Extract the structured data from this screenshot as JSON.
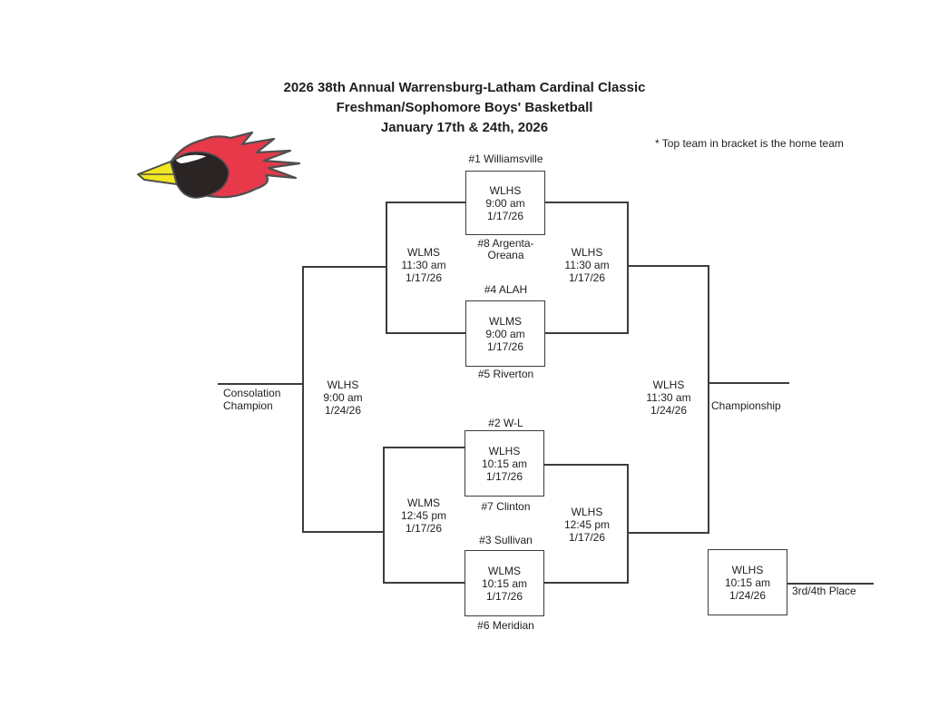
{
  "page": {
    "title_line1": "2026 38th Annual Warrensburg-Latham Cardinal Classic",
    "title_line2": "Freshman/Sophomore Boys' Basketball",
    "title_line3": "January 17th & 24th, 2026",
    "note": "* Top team in bracket is the home team"
  },
  "colors": {
    "line": "#3c3c3c",
    "text": "#1f1f1f",
    "logo_red": "#e8394b",
    "logo_yellow": "#f2e71f",
    "logo_black": "#2a2425",
    "logo_outline": "#4f4f4f",
    "logo_eye_white": "#ffffff"
  },
  "bracket": {
    "round1": [
      {
        "top_seed": "#1 Williamsville",
        "bottom_seed": "#8 Argenta-Oreana",
        "site": "WLHS",
        "time": "9:00 am",
        "date": "1/17/26"
      },
      {
        "top_seed": "#4 ALAH",
        "bottom_seed": "#5 Riverton",
        "site": "WLMS",
        "time": "9:00 am",
        "date": "1/17/26"
      },
      {
        "top_seed": "#2 W-L",
        "bottom_seed": "#7 Clinton",
        "site": "WLHS",
        "time": "10:15 am",
        "date": "1/17/26"
      },
      {
        "top_seed": "#3 Sullivan",
        "bottom_seed": "#6 Meridian",
        "site": "WLMS",
        "time": "10:15 am",
        "date": "1/17/26"
      }
    ],
    "consolation_semifinals": [
      {
        "site": "WLMS",
        "time": "11:30 am",
        "date": "1/17/26"
      },
      {
        "site": "WLMS",
        "time": "12:45 pm",
        "date": "1/17/26"
      }
    ],
    "championship_semifinals": [
      {
        "site": "WLHS",
        "time": "11:30 am",
        "date": "1/17/26"
      },
      {
        "site": "WLHS",
        "time": "12:45 pm",
        "date": "1/17/26"
      }
    ],
    "consolation_final": {
      "site": "WLHS",
      "time": "9:00 am",
      "date": "1/24/26",
      "label": "Consolation Champion"
    },
    "championship_final": {
      "site": "WLHS",
      "time": "11:30 am",
      "date": "1/24/26",
      "label": "Championship"
    },
    "third_place_game": {
      "site": "WLHS",
      "time": "10:15 am",
      "date": "1/24/26",
      "label": "3rd/4th Place"
    }
  }
}
